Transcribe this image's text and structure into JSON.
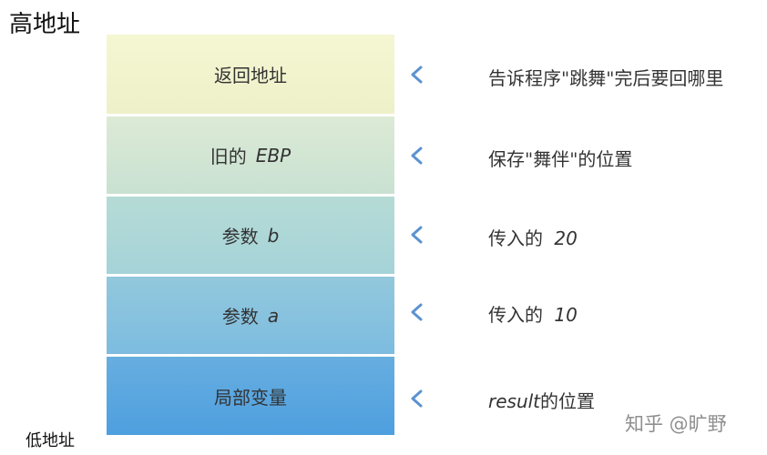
{
  "labels": {
    "high_address": "高地址",
    "low_address": "低地址"
  },
  "stack": [
    {
      "label": "返回地址",
      "var": ""
    },
    {
      "label": "旧的",
      "var": "EBP"
    },
    {
      "label": "参数",
      "var": "b"
    },
    {
      "label": "参数",
      "var": "a"
    },
    {
      "label": "局部变量",
      "var": ""
    }
  ],
  "descriptions": [
    {
      "pre": "告诉程序\"跳舞\"完后要回哪里",
      "num": "",
      "post": ""
    },
    {
      "pre": "保存\"舞伴\"的位置",
      "num": "",
      "post": ""
    },
    {
      "pre": "传入的",
      "num": "20",
      "post": ""
    },
    {
      "pre": "传入的",
      "num": "10",
      "post": ""
    },
    {
      "pre": "",
      "num": "",
      "word": "result",
      "post": "的位置"
    }
  ],
  "colors": {
    "arrow_head": "#5b93d0",
    "arrow_tail": "#4cc2b0"
  },
  "watermark": "知乎 @旷野"
}
